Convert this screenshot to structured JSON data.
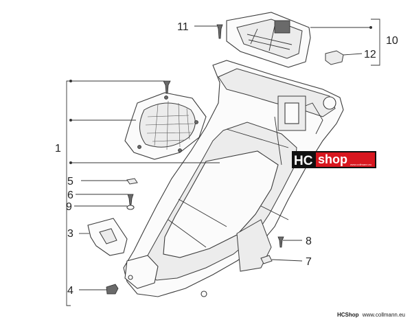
{
  "callouts": {
    "c1": "1",
    "c3": "3",
    "c4": "4",
    "c5": "5",
    "c6": "6",
    "c7": "7",
    "c8": "8",
    "c9": "9",
    "c10": "10",
    "c11": "11",
    "c12": "12"
  },
  "logo": {
    "hc": "HC",
    "shop": "shop",
    "small": "www.collmann.eu"
  },
  "footer": {
    "brand": "HCShop",
    "url": "www.collmann.eu"
  },
  "colors": {
    "logo_red": "#d8171f",
    "logo_black": "#111111",
    "line": "#333333"
  }
}
